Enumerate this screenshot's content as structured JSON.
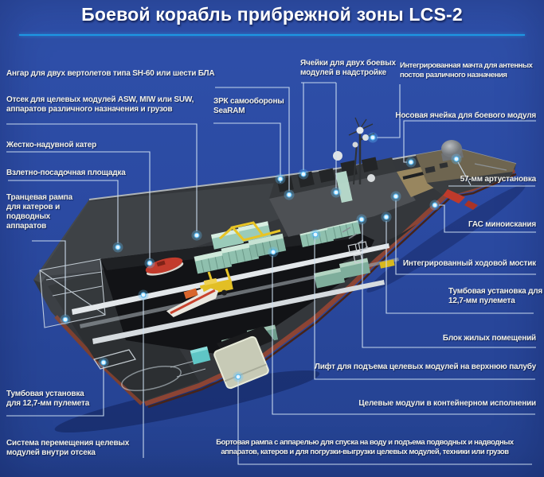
{
  "title": "Боевой корабль прибрежной зоны LCS-2",
  "colors": {
    "background": "#2b4aa2",
    "separator": "#1d97e3",
    "label_text": "#f3f2ea",
    "leader_line": "#cfe0f2",
    "callout_dot": "#8fd9ff",
    "hull": "#34373b",
    "waterline_red": "#8c4434",
    "containers_mint": "#8fc0ae",
    "machinery_yellow": "#e2bf25"
  },
  "labels": {
    "hangar": {
      "text": "Ангар для двух вертолетов типа SH-60 или шести БЛА"
    },
    "mission_bay": {
      "text": "Отсек для целевых модулей ASW, MIW или SUW,\nаппаратов различного назначения и грузов"
    },
    "rib_boat": {
      "text": "Жестко-надувной катер"
    },
    "flight_deck": {
      "text": "Взлетно-посадочная площадка"
    },
    "transom_ramp": {
      "text": "Транцевая рампа\nдля катеров и\nподводных\nаппаратов"
    },
    "gun_mount_left": {
      "text": "Тумбовая установка\nдля 12,7-мм пулемета"
    },
    "transfer_system": {
      "text": "Система перемещения целевых\nмодулей внутри отсека"
    },
    "searam": {
      "text": "ЗРК самообороны\nSeaRAM"
    },
    "superstructure_cells": {
      "text": "Ячейки для двух боевых\nмодулей в надстройке"
    },
    "mast": {
      "text": "Интегрированная мачта для антенных\nпостов различного назначения"
    },
    "bow_cell": {
      "text": "Носовая ячейка для боевого модуля"
    },
    "gun_57mm": {
      "text": "57-мм артустановка"
    },
    "sonar": {
      "text": "ГАС миноискания"
    },
    "bridge": {
      "text": "Интегрированный ходовой мостик"
    },
    "gun_mount_right": {
      "text": "Тумбовая установка для\n12,7-мм пулемета"
    },
    "accommodation": {
      "text": "Блок жилых помещений"
    },
    "module_lift": {
      "text": "Лифт для подъема целевых модулей на верхнюю палубу"
    },
    "container_modules": {
      "text": "Целевые модули в контейнерном исполнении"
    },
    "side_ramp": {
      "text": "Бортовая рампа с аппарелью для спуска на воду и подъема подводных и надводных\nаппаратов, катеров и для погрузки-выгрузки целевых модулей, техники или грузов"
    }
  }
}
